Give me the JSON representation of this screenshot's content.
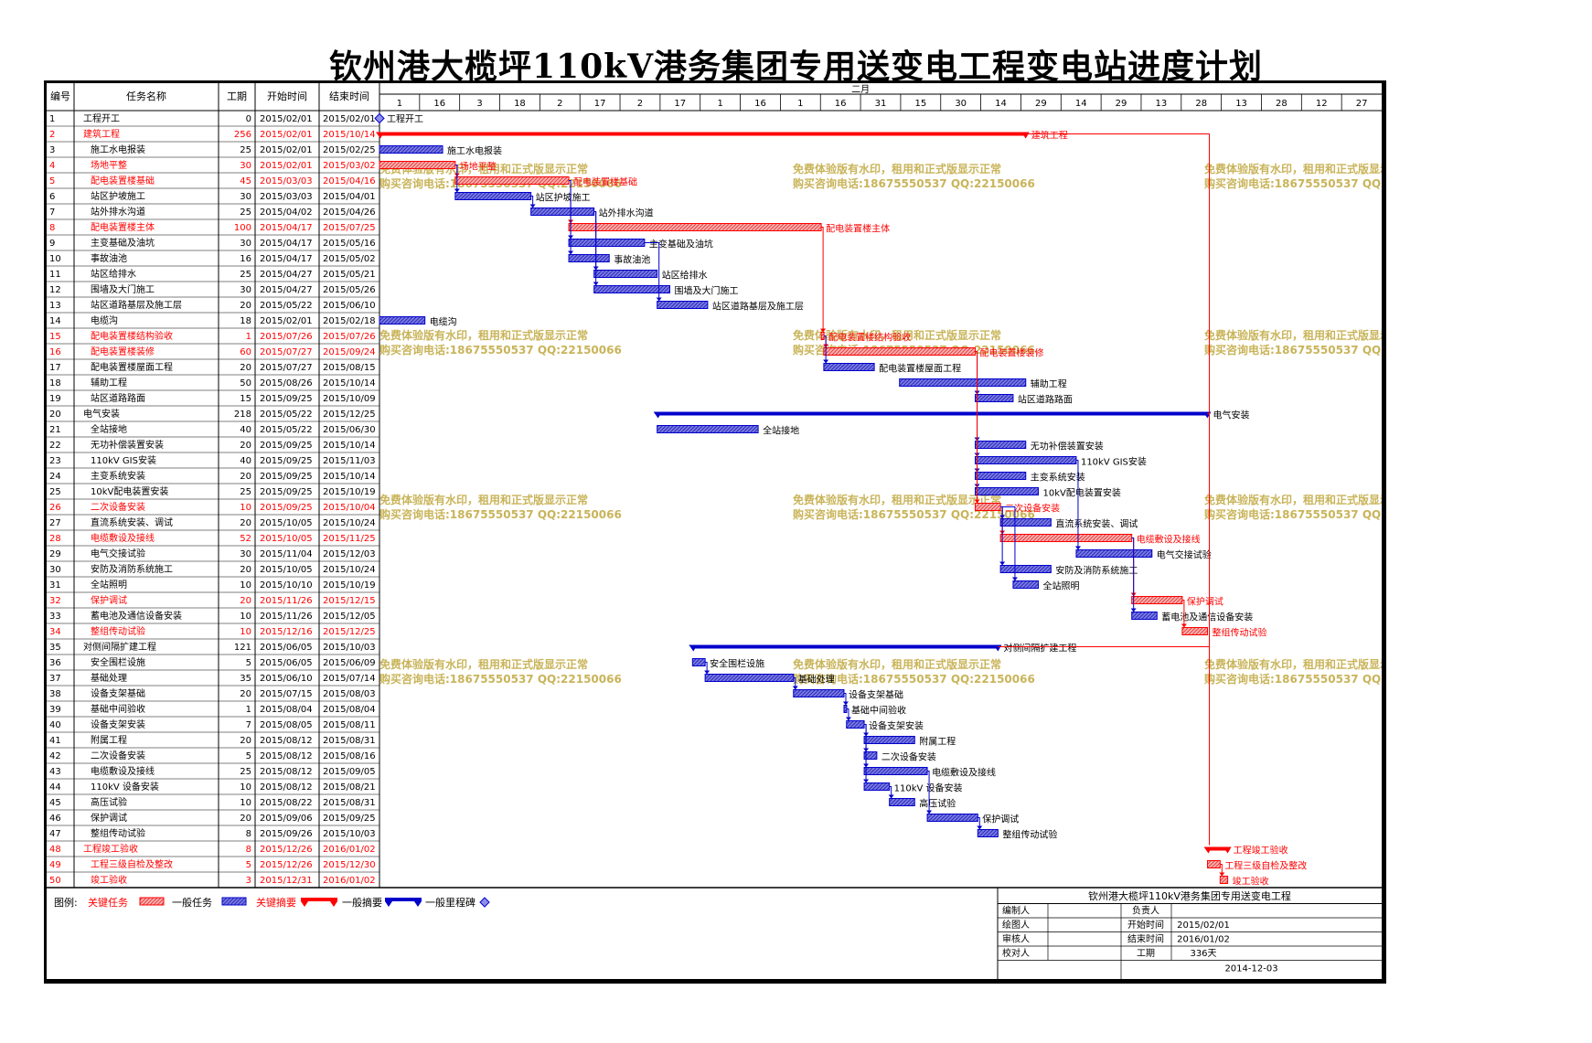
{
  "title": "钦州港大榄坪110kV港务集团专用送变电工程变电站进度计划",
  "colors": {
    "critical": "#ff0000",
    "normal": "#0000cc",
    "critical_fill": "#ff9a9a",
    "normal_fill": "#5a5ad8",
    "watermark": "#c9b45a"
  },
  "headers": {
    "id": "编号",
    "name": "任务名称",
    "duration": "工期",
    "start": "开始时间",
    "end": "结束时间"
  },
  "timeline": {
    "month_label": "二月",
    "ticks": [
      "1",
      "16",
      "3",
      "18",
      "2",
      "17",
      "2",
      "17",
      "1",
      "16",
      "1",
      "16",
      "31",
      "15",
      "30",
      "14",
      "29",
      "14",
      "29",
      "13",
      "28",
      "13",
      "28",
      "12",
      "27"
    ]
  },
  "chart_data": {
    "type": "gantt",
    "title": "钦州港大榄坪110kV港务集团专用送变电工程变电站进度计划",
    "x_range": [
      "2015-02-01",
      "2016-03-04"
    ],
    "tasks": [
      {
        "id": "1",
        "name": "工程开工",
        "duration": "0",
        "start": "2015/02/01",
        "end": "2015/02/01",
        "critical": false,
        "kind": "milestone",
        "indent": 1
      },
      {
        "id": "2",
        "name": "建筑工程",
        "duration": "256",
        "start": "2015/02/01",
        "end": "2015/10/14",
        "critical": true,
        "kind": "summary",
        "indent": 1
      },
      {
        "id": "3",
        "name": "施工水电报装",
        "duration": "25",
        "start": "2015/02/01",
        "end": "2015/02/25",
        "critical": false,
        "kind": "task",
        "indent": 2
      },
      {
        "id": "4",
        "name": "场地平整",
        "duration": "30",
        "start": "2015/02/01",
        "end": "2015/03/02",
        "critical": true,
        "kind": "task",
        "indent": 2
      },
      {
        "id": "5",
        "name": "配电装置楼基础",
        "duration": "45",
        "start": "2015/03/03",
        "end": "2015/04/16",
        "critical": true,
        "kind": "task",
        "indent": 2
      },
      {
        "id": "6",
        "name": "站区护坡施工",
        "duration": "30",
        "start": "2015/03/03",
        "end": "2015/04/01",
        "critical": false,
        "kind": "task",
        "indent": 2
      },
      {
        "id": "7",
        "name": "站外排水沟道",
        "duration": "25",
        "start": "2015/04/02",
        "end": "2015/04/26",
        "critical": false,
        "kind": "task",
        "indent": 2
      },
      {
        "id": "8",
        "name": "配电装置楼主体",
        "duration": "100",
        "start": "2015/04/17",
        "end": "2015/07/25",
        "critical": true,
        "kind": "task",
        "indent": 2
      },
      {
        "id": "9",
        "name": "主变基础及油坑",
        "duration": "30",
        "start": "2015/04/17",
        "end": "2015/05/16",
        "critical": false,
        "kind": "task",
        "indent": 2
      },
      {
        "id": "10",
        "name": "事故油池",
        "duration": "16",
        "start": "2015/04/17",
        "end": "2015/05/02",
        "critical": false,
        "kind": "task",
        "indent": 2
      },
      {
        "id": "11",
        "name": "站区给排水",
        "duration": "25",
        "start": "2015/04/27",
        "end": "2015/05/21",
        "critical": false,
        "kind": "task",
        "indent": 2
      },
      {
        "id": "12",
        "name": "围墙及大门施工",
        "duration": "30",
        "start": "2015/04/27",
        "end": "2015/05/26",
        "critical": false,
        "kind": "task",
        "indent": 2
      },
      {
        "id": "13",
        "name": "站区道路基层及施工层",
        "duration": "20",
        "start": "2015/05/22",
        "end": "2015/06/10",
        "critical": false,
        "kind": "task",
        "indent": 2
      },
      {
        "id": "14",
        "name": "电缆沟",
        "duration": "18",
        "start": "2015/02/01",
        "end": "2015/02/18",
        "critical": false,
        "kind": "task",
        "indent": 2
      },
      {
        "id": "15",
        "name": "配电装置楼结构验收",
        "duration": "1",
        "start": "2015/07/26",
        "end": "2015/07/26",
        "critical": true,
        "kind": "task",
        "indent": 2
      },
      {
        "id": "16",
        "name": "配电装置楼装修",
        "duration": "60",
        "start": "2015/07/27",
        "end": "2015/09/24",
        "critical": true,
        "kind": "task",
        "indent": 2
      },
      {
        "id": "17",
        "name": "配电装置楼屋面工程",
        "duration": "20",
        "start": "2015/07/27",
        "end": "2015/08/15",
        "critical": false,
        "kind": "task",
        "indent": 2
      },
      {
        "id": "18",
        "name": "辅助工程",
        "duration": "50",
        "start": "2015/08/26",
        "end": "2015/10/14",
        "critical": false,
        "kind": "task",
        "indent": 2
      },
      {
        "id": "19",
        "name": "站区道路路面",
        "duration": "15",
        "start": "2015/09/25",
        "end": "2015/10/09",
        "critical": false,
        "kind": "task",
        "indent": 2
      },
      {
        "id": "20",
        "name": "电气安装",
        "duration": "218",
        "start": "2015/05/22",
        "end": "2015/12/25",
        "critical": false,
        "kind": "summary",
        "indent": 1
      },
      {
        "id": "21",
        "name": "全站接地",
        "duration": "40",
        "start": "2015/05/22",
        "end": "2015/06/30",
        "critical": false,
        "kind": "task",
        "indent": 2
      },
      {
        "id": "22",
        "name": "无功补偿装置安装",
        "duration": "20",
        "start": "2015/09/25",
        "end": "2015/10/14",
        "critical": false,
        "kind": "task",
        "indent": 2
      },
      {
        "id": "23",
        "name": "110kV GIS安装",
        "duration": "40",
        "start": "2015/09/25",
        "end": "2015/11/03",
        "critical": false,
        "kind": "task",
        "indent": 2
      },
      {
        "id": "24",
        "name": "主变系统安装",
        "duration": "20",
        "start": "2015/09/25",
        "end": "2015/10/14",
        "critical": false,
        "kind": "task",
        "indent": 2
      },
      {
        "id": "25",
        "name": "10kV配电装置安装",
        "duration": "25",
        "start": "2015/09/25",
        "end": "2015/10/19",
        "critical": false,
        "kind": "task",
        "indent": 2
      },
      {
        "id": "26",
        "name": "二次设备安装",
        "duration": "10",
        "start": "2015/09/25",
        "end": "2015/10/04",
        "critical": true,
        "kind": "task",
        "indent": 2
      },
      {
        "id": "27",
        "name": "直流系统安装、调试",
        "duration": "20",
        "start": "2015/10/05",
        "end": "2015/10/24",
        "critical": false,
        "kind": "task",
        "indent": 2
      },
      {
        "id": "28",
        "name": "电缆敷设及接线",
        "duration": "52",
        "start": "2015/10/05",
        "end": "2015/11/25",
        "critical": true,
        "kind": "task",
        "indent": 2
      },
      {
        "id": "29",
        "name": "电气交接试验",
        "duration": "30",
        "start": "2015/11/04",
        "end": "2015/12/03",
        "critical": false,
        "kind": "task",
        "indent": 2
      },
      {
        "id": "30",
        "name": "安防及消防系统施工",
        "duration": "20",
        "start": "2015/10/05",
        "end": "2015/10/24",
        "critical": false,
        "kind": "task",
        "indent": 2
      },
      {
        "id": "31",
        "name": "全站照明",
        "duration": "10",
        "start": "2015/10/10",
        "end": "2015/10/19",
        "critical": false,
        "kind": "task",
        "indent": 2
      },
      {
        "id": "32",
        "name": "保护调试",
        "duration": "20",
        "start": "2015/11/26",
        "end": "2015/12/15",
        "critical": true,
        "kind": "task",
        "indent": 2
      },
      {
        "id": "33",
        "name": "蓄电池及通信设备安装",
        "duration": "10",
        "start": "2015/11/26",
        "end": "2015/12/05",
        "critical": false,
        "kind": "task",
        "indent": 2
      },
      {
        "id": "34",
        "name": "整组传动试验",
        "duration": "10",
        "start": "2015/12/16",
        "end": "2015/12/25",
        "critical": true,
        "kind": "task",
        "indent": 2
      },
      {
        "id": "35",
        "name": "对侧间隔扩建工程",
        "duration": "121",
        "start": "2015/06/05",
        "end": "2015/10/03",
        "critical": false,
        "kind": "summary",
        "indent": 1
      },
      {
        "id": "36",
        "name": "安全围栏设施",
        "duration": "5",
        "start": "2015/06/05",
        "end": "2015/06/09",
        "critical": false,
        "kind": "task",
        "indent": 2
      },
      {
        "id": "37",
        "name": "基础处理",
        "duration": "35",
        "start": "2015/06/10",
        "end": "2015/07/14",
        "critical": false,
        "kind": "task",
        "indent": 2
      },
      {
        "id": "38",
        "name": "设备支架基础",
        "duration": "20",
        "start": "2015/07/15",
        "end": "2015/08/03",
        "critical": false,
        "kind": "task",
        "indent": 2
      },
      {
        "id": "39",
        "name": "基础中间验收",
        "duration": "1",
        "start": "2015/08/04",
        "end": "2015/08/04",
        "critical": false,
        "kind": "task",
        "indent": 2
      },
      {
        "id": "40",
        "name": "设备支架安装",
        "duration": "7",
        "start": "2015/08/05",
        "end": "2015/08/11",
        "critical": false,
        "kind": "task",
        "indent": 2
      },
      {
        "id": "41",
        "name": "附属工程",
        "duration": "20",
        "start": "2015/08/12",
        "end": "2015/08/31",
        "critical": false,
        "kind": "task",
        "indent": 2
      },
      {
        "id": "42",
        "name": "二次设备安装",
        "duration": "5",
        "start": "2015/08/12",
        "end": "2015/08/16",
        "critical": false,
        "kind": "task",
        "indent": 2
      },
      {
        "id": "43",
        "name": "电缆敷设及接线",
        "duration": "25",
        "start": "2015/08/12",
        "end": "2015/09/05",
        "critical": false,
        "kind": "task",
        "indent": 2
      },
      {
        "id": "44",
        "name": "110kV 设备安装",
        "duration": "10",
        "start": "2015/08/12",
        "end": "2015/08/21",
        "critical": false,
        "kind": "task",
        "indent": 2
      },
      {
        "id": "45",
        "name": "高压试验",
        "duration": "10",
        "start": "2015/08/22",
        "end": "2015/08/31",
        "critical": false,
        "kind": "task",
        "indent": 2
      },
      {
        "id": "46",
        "name": "保护调试",
        "duration": "20",
        "start": "2015/09/06",
        "end": "2015/09/25",
        "critical": false,
        "kind": "task",
        "indent": 2
      },
      {
        "id": "47",
        "name": "整组传动试验",
        "duration": "8",
        "start": "2015/09/26",
        "end": "2015/10/03",
        "critical": false,
        "kind": "task",
        "indent": 2
      },
      {
        "id": "48",
        "name": "工程竣工验收",
        "duration": "8",
        "start": "2015/12/26",
        "end": "2016/01/02",
        "critical": true,
        "kind": "summary",
        "indent": 1
      },
      {
        "id": "49",
        "name": "工程三级自检及整改",
        "duration": "5",
        "start": "2015/12/26",
        "end": "2015/12/30",
        "critical": true,
        "kind": "task",
        "indent": 2
      },
      {
        "id": "50",
        "name": "竣工验收",
        "duration": "3",
        "start": "2015/12/31",
        "end": "2016/01/02",
        "critical": true,
        "kind": "task",
        "indent": 2
      }
    ],
    "links": [
      [
        "4",
        "5"
      ],
      [
        "4",
        "6"
      ],
      [
        "5",
        "8"
      ],
      [
        "5",
        "9"
      ],
      [
        "5",
        "10"
      ],
      [
        "6",
        "7"
      ],
      [
        "7",
        "11"
      ],
      [
        "7",
        "12"
      ],
      [
        "9",
        "13"
      ],
      [
        "8",
        "15"
      ],
      [
        "15",
        "16"
      ],
      [
        "15",
        "17"
      ],
      [
        "16",
        "19"
      ],
      [
        "16",
        "22"
      ],
      [
        "16",
        "23"
      ],
      [
        "16",
        "24"
      ],
      [
        "16",
        "25"
      ],
      [
        "16",
        "26"
      ],
      [
        "26",
        "27"
      ],
      [
        "26",
        "28"
      ],
      [
        "26",
        "30"
      ],
      [
        "26",
        "31"
      ],
      [
        "23",
        "29"
      ],
      [
        "28",
        "32"
      ],
      [
        "28",
        "33"
      ],
      [
        "32",
        "34"
      ],
      [
        "36",
        "37"
      ],
      [
        "37",
        "38"
      ],
      [
        "38",
        "39"
      ],
      [
        "39",
        "40"
      ],
      [
        "40",
        "41"
      ],
      [
        "40",
        "42"
      ],
      [
        "40",
        "43"
      ],
      [
        "40",
        "44"
      ],
      [
        "44",
        "45"
      ],
      [
        "43",
        "46"
      ],
      [
        "46",
        "47"
      ],
      [
        "49",
        "50"
      ]
    ]
  },
  "legend": {
    "label": "图例:",
    "items": [
      "关键任务",
      "一般任务",
      "关键摘要",
      "一般摘要",
      "一般里程碑"
    ]
  },
  "info_box": {
    "title": "钦州港大榄坪110kV港务集团专用送变电工程",
    "rows": [
      {
        "l1": "编制人",
        "v1": "",
        "l2": "负责人",
        "v2": ""
      },
      {
        "l1": "绘图人",
        "v1": "",
        "l2": "开始时间",
        "v2": "2015/02/01"
      },
      {
        "l1": "审核人",
        "v1": "",
        "l2": "结束时间",
        "v2": "2016/01/02"
      },
      {
        "l1": "校对人",
        "v1": "",
        "l2": "工期",
        "v2": "336天"
      }
    ],
    "date": "2014-12-03"
  },
  "watermark": {
    "line1": "免费体验版有水印，租用和正式版显示正常",
    "line2": "购买咨询电话:18675550537 QQ:22150066"
  }
}
